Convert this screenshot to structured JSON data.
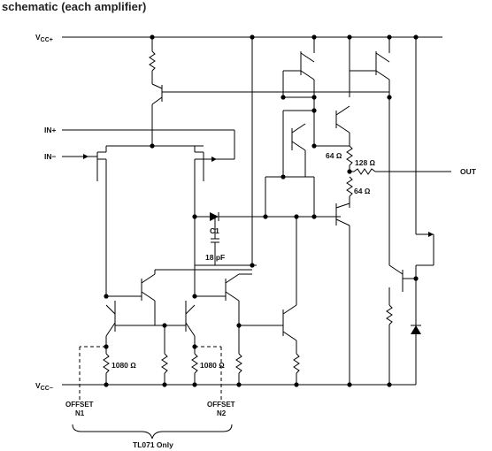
{
  "title": "schematic (each amplifier)",
  "labels": {
    "vcc_plus_main": "V",
    "vcc_plus_sub": "CC+",
    "vcc_minus_main": "V",
    "vcc_minus_sub": "CC−",
    "in_plus": "IN+",
    "in_minus": "IN−",
    "out": "OUT",
    "c1_name": "C1",
    "c1_value": "18 pF",
    "r_64_top": "64 Ω",
    "r_128": "128 Ω",
    "r_64_bot": "64 Ω",
    "r_1080_left": "1080 Ω",
    "r_1080_right": "1080 Ω",
    "offset_n1_line1": "OFFSET",
    "offset_n1_line2": "N1",
    "offset_n2_line1": "OFFSET",
    "offset_n2_line2": "N2",
    "tl071_only": "TL071 Only"
  }
}
